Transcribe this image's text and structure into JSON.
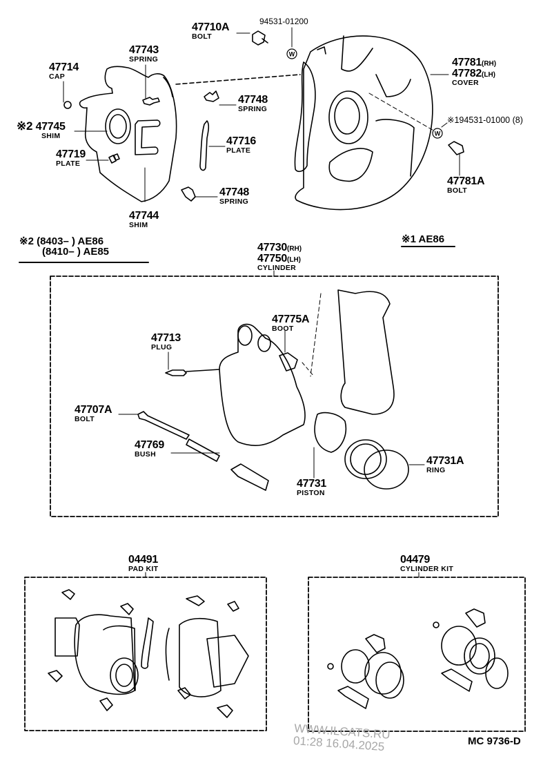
{
  "parts": {
    "p47710A": {
      "number": "47710A",
      "name": "BOLT"
    },
    "p94531": {
      "number": "94531-01200"
    },
    "p47743": {
      "number": "47743",
      "name": "SPRING"
    },
    "p47714": {
      "number": "47714",
      "name": "CAP"
    },
    "p47745": {
      "mark": "※2",
      "number": "47745",
      "name": "SHIM"
    },
    "p47719": {
      "number": "47719",
      "name": "PLATE"
    },
    "p47744": {
      "number": "47744",
      "name": "SHIM"
    },
    "p47748a": {
      "number": "47748",
      "name": "SPRING"
    },
    "p47716": {
      "number": "47716",
      "name": "PLATE"
    },
    "p47748b": {
      "number": "47748",
      "name": "SPRING"
    },
    "p47781": {
      "number_rh": "47781",
      "rh": "(RH)",
      "number_lh": "47782",
      "lh": "(LH)",
      "name": "COVER"
    },
    "p194531": {
      "number": "※194531-01000 (8)"
    },
    "p47781A": {
      "number": "47781A",
      "name": "BOLT"
    },
    "p47730": {
      "number_rh": "47730",
      "rh": "(RH)",
      "number_lh": "47750",
      "lh": "(LH)",
      "name": "CYLINDER"
    },
    "p47775A": {
      "number": "47775A",
      "name": "BOOT"
    },
    "p47713": {
      "number": "47713",
      "name": "PLUG"
    },
    "p47707A": {
      "number": "47707A",
      "name": "BOLT"
    },
    "p47769": {
      "number": "47769",
      "name": "BUSH"
    },
    "p47731": {
      "number": "47731",
      "name": "PISTON"
    },
    "p47731A": {
      "number": "47731A",
      "name": "RING"
    },
    "k04491": {
      "number": "04491",
      "name": "PAD KIT"
    },
    "k04479": {
      "number": "04479",
      "name": "CYLINDER KIT"
    }
  },
  "notes": {
    "note2_line1": "※2 (8403–        ) AE86",
    "note2_line2": "(8410–        ) AE85",
    "note1": "※1 AE86"
  },
  "washer_symbol": "W",
  "diagram_code": "MC  9736-D",
  "watermark": {
    "line1": "WWW.ILCATS.RU",
    "line2": "01:28 16.04.2025"
  }
}
